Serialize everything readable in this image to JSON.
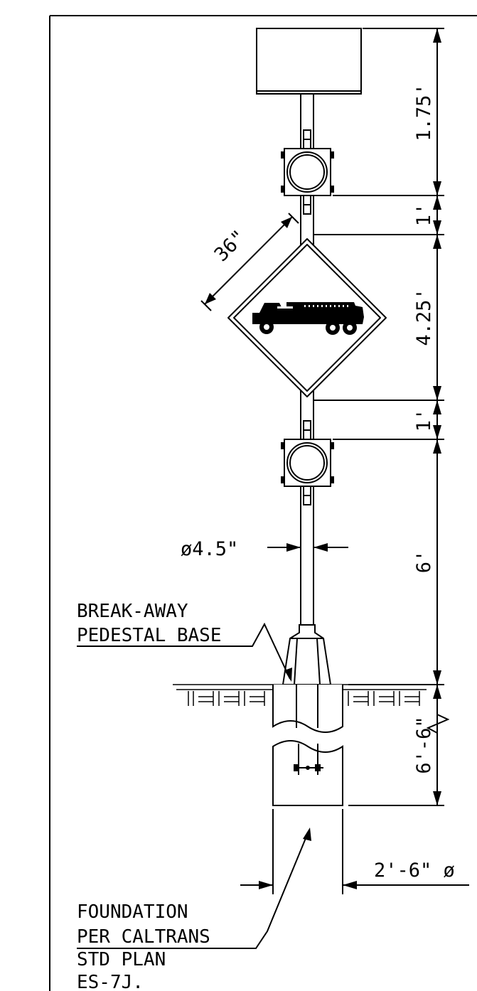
{
  "dimensions": {
    "top_sign_height": "1.75'",
    "upper_gap": "1'",
    "diamond_sign_height": "4.25'",
    "lower_gap": "1'",
    "pole_height_to_grade": "6'",
    "foundation_depth": "6'-6\"",
    "diamond_side": "36\"",
    "pole_diameter": "ø4.5\"",
    "foundation_diameter": "2'-6\" ø"
  },
  "labels": {
    "base_line1": "BREAK-AWAY",
    "base_line2": "PEDESTAL BASE",
    "foundation_line1": "FOUNDATION",
    "foundation_line2": "PER CALTRANS",
    "foundation_line3": "STD PLAN",
    "foundation_line4": "ES-7J."
  },
  "icons": {
    "sign_symbol": "fire-truck-icon"
  }
}
